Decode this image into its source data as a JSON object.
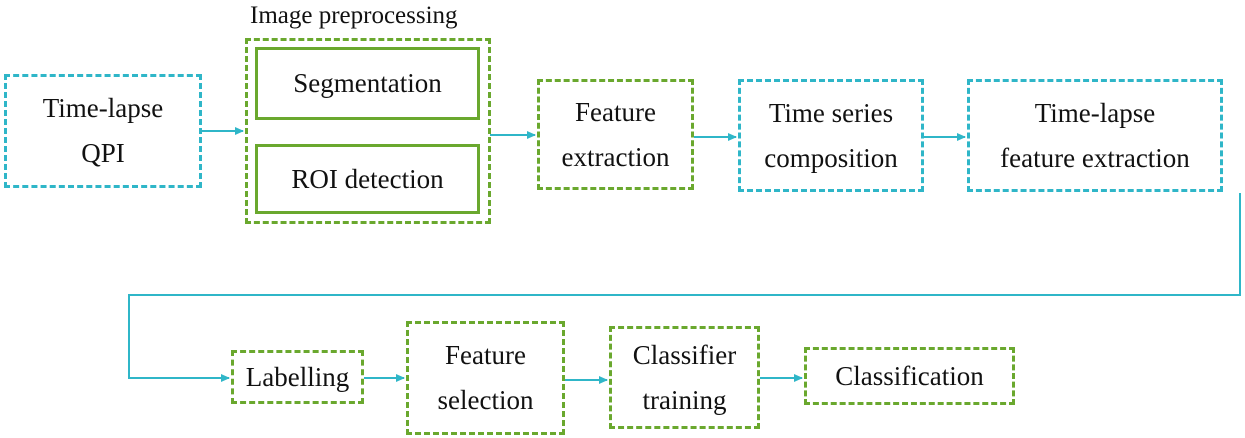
{
  "diagram": {
    "colors": {
      "teal_border": "#2fb6c8",
      "green_border": "#6aa82e",
      "connector": "#2fb6c8"
    },
    "group": {
      "title": "Image preprocessing",
      "steps": [
        "Segmentation",
        "ROI detection"
      ]
    },
    "top_row": {
      "time_lapse_qpi": [
        "Time-lapse",
        "QPI"
      ],
      "feature_extraction": [
        "Feature",
        "extraction"
      ],
      "time_series_composition": [
        "Time series",
        "composition"
      ],
      "time_lapse_feature_extraction": [
        "Time-lapse",
        "feature extraction"
      ]
    },
    "bottom_row": {
      "labelling": "Labelling",
      "feature_selection": [
        "Feature",
        "selection"
      ],
      "classifier_training": [
        "Classifier",
        "training"
      ],
      "classification": "Classification"
    }
  }
}
